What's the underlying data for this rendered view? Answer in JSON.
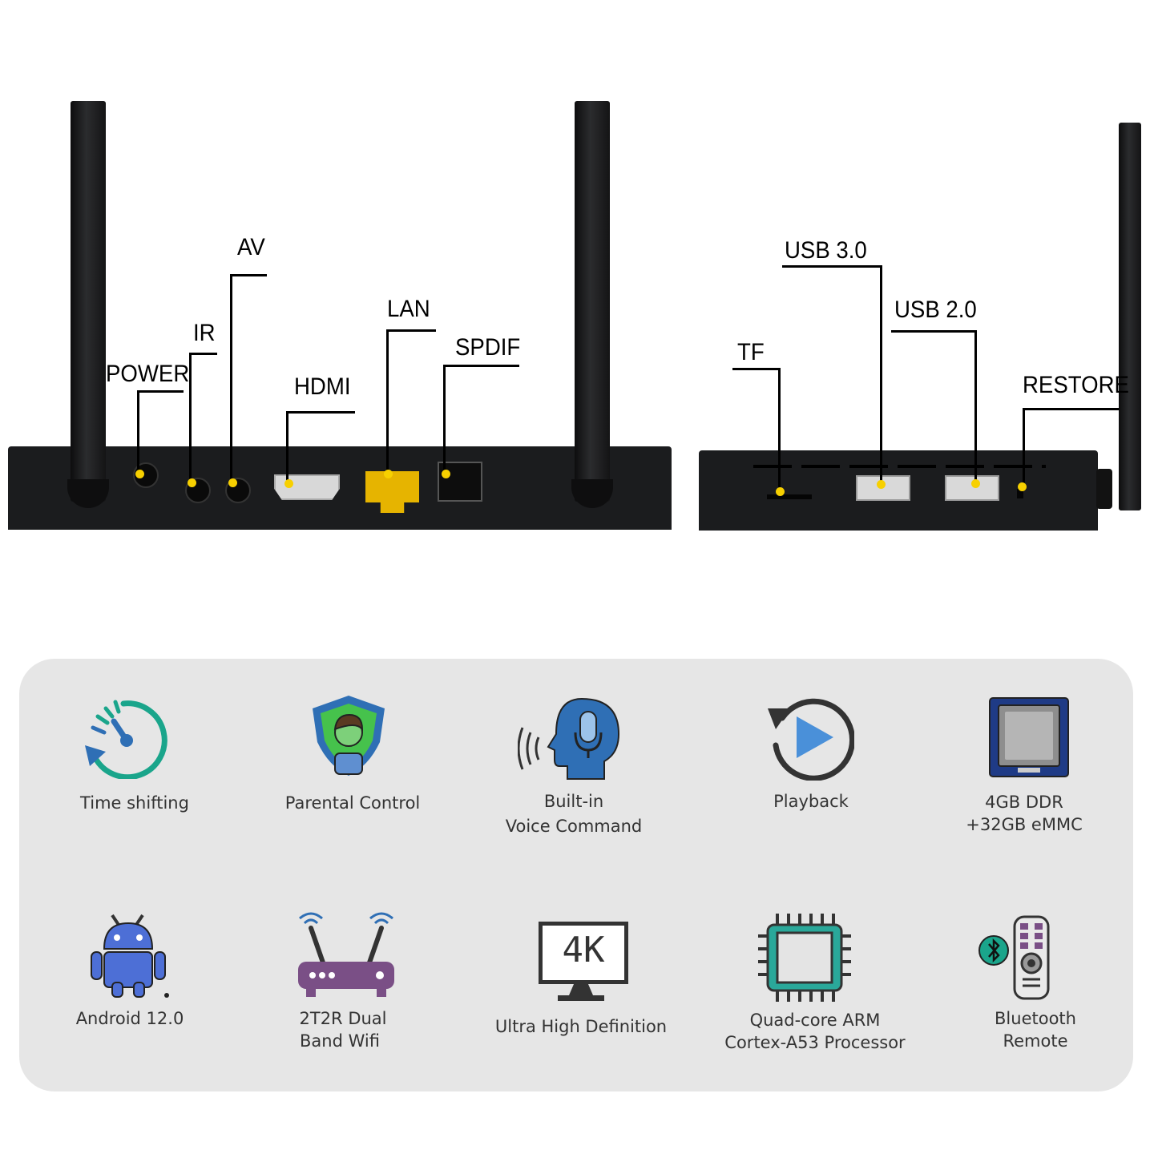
{
  "ports_left": {
    "power": "POWER",
    "ir": "IR",
    "av": "AV",
    "hdmi": "HDMI",
    "lan": "LAN",
    "spdif": "SPDIF"
  },
  "ports_right": {
    "tf": "TF",
    "usb3": "USB 3.0",
    "usb2": "USB 2.0",
    "restore": "RESTORE"
  },
  "features": [
    {
      "line1": "Time shifting",
      "line2": ""
    },
    {
      "line1": "Parental Control",
      "line2": ""
    },
    {
      "line1": "Built-in",
      "line2": "Voice Command"
    },
    {
      "line1": "Playback",
      "line2": ""
    },
    {
      "line1": "4GB DDR",
      "line2": "+32GB eMMC"
    },
    {
      "line1": "Android 12.0",
      "line2": ""
    },
    {
      "line1": "2T2R Dual",
      "line2": "Band Wifi"
    },
    {
      "line1": "Ultra High Definition",
      "line2": ""
    },
    {
      "line1": "Quad-core ARM",
      "line2": "Cortex-A53 Processor"
    },
    {
      "line1": "Bluetooth",
      "line2": "Remote"
    }
  ],
  "icons": {
    "k4": "4K"
  },
  "colors": {
    "marker": "#f7d000",
    "panel": "#e6e6e6",
    "teal": "#1aa58b",
    "blue": "#2f6fb5",
    "purple": "#7a4f86"
  }
}
